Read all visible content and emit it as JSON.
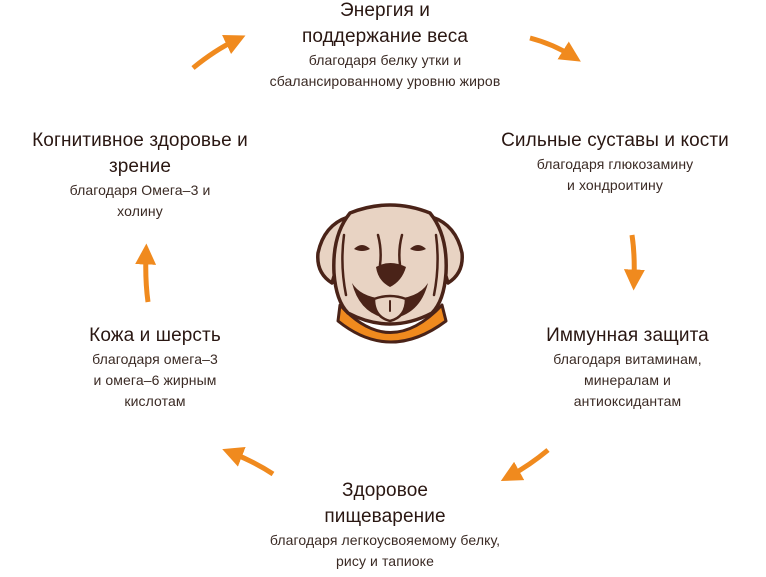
{
  "diagram": {
    "accent_color": "#f08a1e",
    "text_color": "#2a1712",
    "center_icon": "dog-head-icon",
    "benefits": [
      {
        "id": "energy",
        "title_lines": [
          "Энергия и",
          "поддержание веса"
        ],
        "subtitle_lines": [
          "благодаря белку утки и",
          "сбалансированному уровню жиров"
        ]
      },
      {
        "id": "joints",
        "title_lines": [
          "Сильные суставы и кости"
        ],
        "subtitle_lines": [
          "благодаря глюкозамину",
          "и хондроитину"
        ]
      },
      {
        "id": "immune",
        "title_lines": [
          "Иммунная защита"
        ],
        "subtitle_lines": [
          "благодаря витаминам,",
          "минералам и",
          "антиоксидантам"
        ]
      },
      {
        "id": "digestion",
        "title_lines": [
          "Здоровое",
          "пищеварение"
        ],
        "subtitle_lines": [
          "благодаря легкоусвояемому белку,",
          "рису и тапиоке"
        ]
      },
      {
        "id": "skin",
        "title_lines": [
          "Кожа и шерсть"
        ],
        "subtitle_lines": [
          "благодаря омега–3",
          "и омега–6 жирным",
          "кислотам"
        ]
      },
      {
        "id": "cognitive",
        "title_lines": [
          "Когнитивное здоровье и",
          "зрение"
        ],
        "subtitle_lines": [
          "благодаря Омега–3 и",
          "холину"
        ]
      }
    ],
    "arrows": [
      {
        "name": "arrow-top-left",
        "direction": "up-right"
      },
      {
        "name": "arrow-top-right",
        "direction": "down-right"
      },
      {
        "name": "arrow-right",
        "direction": "down"
      },
      {
        "name": "arrow-bottom-right",
        "direction": "down-left"
      },
      {
        "name": "arrow-bottom-left",
        "direction": "up-left"
      },
      {
        "name": "arrow-left",
        "direction": "up"
      }
    ]
  }
}
